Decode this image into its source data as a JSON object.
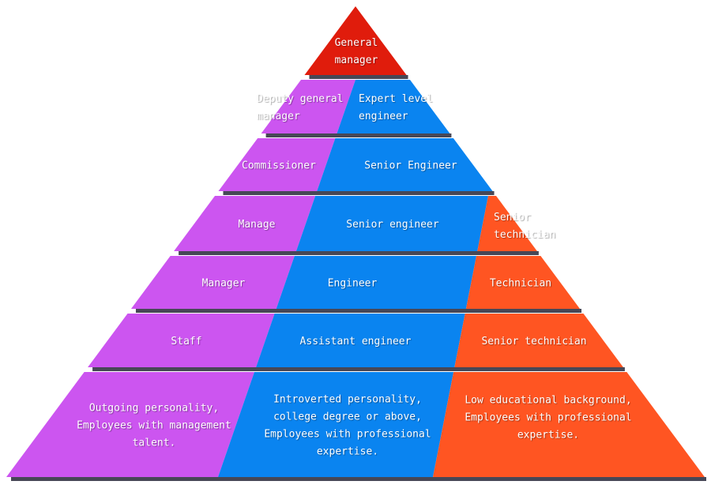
{
  "colors": {
    "management": "#cc55f0",
    "engineering": "#0a84f0",
    "technical": "#ff5522",
    "apex": "#e01c0c",
    "shadow": "#333344"
  },
  "apex": {
    "lines": [
      "General",
      "manager"
    ]
  },
  "rows": [
    {
      "management": [
        "Deputy general",
        "manager"
      ],
      "engineering": [
        "Expert level",
        "engineer"
      ]
    },
    {
      "management": [
        "Commissioner"
      ],
      "engineering": [
        "Senior Engineer"
      ]
    },
    {
      "management": [
        "Manage"
      ],
      "engineering": [
        "Senior engineer"
      ],
      "technical": [
        "Senior",
        "technician"
      ]
    },
    {
      "management": [
        "Manager"
      ],
      "engineering": [
        "Engineer"
      ],
      "technical": [
        "Technician"
      ]
    },
    {
      "management": [
        "Staff"
      ],
      "engineering": [
        "Assistant engineer"
      ],
      "technical": [
        "Senior technician"
      ]
    },
    {
      "management": [
        "Outgoing personality,",
        "Employees with management",
        "talent."
      ],
      "engineering": [
        "Introverted personality,",
        "college degree or above,",
        "Employees with professional",
        "expertise."
      ],
      "technical": [
        "Low educational background,",
        "Employees with professional",
        "expertise."
      ]
    }
  ]
}
